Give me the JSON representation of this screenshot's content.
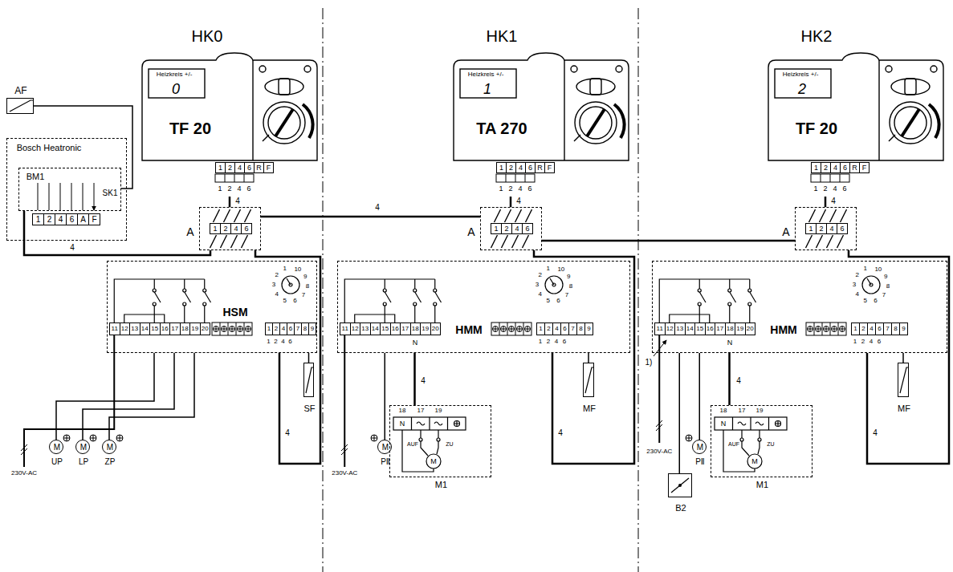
{
  "diagram": {
    "nodes": [
      {
        "text": [
          "Bosch Heatronic"
        ]
      },
      {
        "text": [
          "BM1"
        ],
        "in": 0
      },
      {
        "text": [
          "AF"
        ]
      },
      {
        "text": [
          "Heizkreis +/-",
          "0",
          "TF 20"
        ]
      },
      {
        "text": [
          "A"
        ]
      },
      {
        "text": [
          "HSM"
        ]
      },
      {
        "text": [
          "M",
          "UP"
        ]
      },
      {
        "text": [
          "M",
          "LP"
        ]
      },
      {
        "text": [
          "M",
          "ZP"
        ]
      },
      {
        "text": [
          "SF"
        ]
      },
      {
        "text": [
          "Heizkreis +/-",
          "1",
          "TA 270"
        ]
      },
      {
        "text": [
          "A"
        ]
      },
      {
        "text": [
          "HMM"
        ]
      },
      {
        "text": [
          "M",
          "PⅡ"
        ]
      },
      {
        "text": [
          "M1"
        ]
      },
      {
        "text": [
          "MF"
        ]
      },
      {
        "text": [
          "Heizkreis +/-",
          "2",
          "TF 20"
        ]
      },
      {
        "text": [
          "A"
        ]
      },
      {
        "text": [
          "HMM"
        ]
      },
      {
        "text": [
          "M",
          "PⅡ"
        ]
      },
      {
        "text": [
          "M1"
        ]
      },
      {
        "text": [
          "MF"
        ]
      },
      {
        "text": [
          "B2"
        ]
      }
    ],
    "edges": [
      {
        "from": 2,
        "to": 1,
        "arrow": "none"
      },
      {
        "from": 3,
        "to": 4,
        "arrow": "none"
      },
      {
        "from": 1,
        "to": 4,
        "arrow": "none"
      },
      {
        "from": 4,
        "to": 5,
        "arrow": "none"
      },
      {
        "from": 5,
        "to": 6,
        "arrow": "none"
      },
      {
        "from": 5,
        "to": 7,
        "arrow": "none"
      },
      {
        "from": 5,
        "to": 8,
        "arrow": "none"
      },
      {
        "from": 5,
        "to": 9,
        "arrow": "none"
      },
      {
        "from": 4,
        "to": 11,
        "arrow": "none"
      },
      {
        "from": 10,
        "to": 11,
        "arrow": "none"
      },
      {
        "from": 11,
        "to": 12,
        "arrow": "none"
      },
      {
        "from": 12,
        "to": 13,
        "arrow": "none"
      },
      {
        "from": 12,
        "to": 14,
        "arrow": "none"
      },
      {
        "from": 12,
        "to": 15,
        "arrow": "none"
      },
      {
        "from": 11,
        "to": 17,
        "arrow": "none"
      },
      {
        "from": 16,
        "to": 17,
        "arrow": "none"
      },
      {
        "from": 17,
        "to": 18,
        "arrow": "none"
      },
      {
        "from": 18,
        "to": 19,
        "arrow": "none"
      },
      {
        "from": 18,
        "to": 20,
        "arrow": "none"
      },
      {
        "from": 18,
        "to": 21,
        "arrow": "none"
      },
      {
        "from": 18,
        "to": 22,
        "arrow": "none"
      }
    ],
    "labels": [
      "HK0",
      "HK1",
      "HK2",
      "1",
      "2",
      "4",
      "6",
      "A",
      "F",
      "SK1",
      "4",
      "1",
      "2",
      "4",
      "6",
      "R",
      "F",
      "1",
      "2",
      "4",
      "6",
      "4",
      "1",
      "2",
      "4",
      "6",
      "4",
      "11",
      "12",
      "13",
      "14",
      "15",
      "16",
      "17",
      "18",
      "19",
      "20",
      "1",
      "2",
      "4",
      "6",
      "7",
      "8",
      "9",
      "1",
      "2",
      "4",
      "6",
      "1",
      "2",
      "3",
      "4",
      "5",
      "6",
      "7",
      "8",
      "9",
      "10",
      "230V-AC",
      "4",
      "1",
      "2",
      "4",
      "6",
      "R",
      "F",
      "1",
      "2",
      "4",
      "6",
      "4",
      "1",
      "2",
      "4",
      "6",
      "11",
      "12",
      "13",
      "14",
      "15",
      "16",
      "17",
      "18",
      "19",
      "20",
      "1",
      "2",
      "4",
      "6",
      "7",
      "8",
      "9",
      "1",
      "2",
      "4",
      "6",
      "1",
      "2",
      "3",
      "4",
      "5",
      "6",
      "7",
      "8",
      "9",
      "10",
      "N",
      "230V-AC",
      "4",
      "18",
      "17",
      "19",
      "N",
      "M",
      "AUF",
      "ZU",
      "4",
      "1",
      "2",
      "4",
      "6",
      "R",
      "F",
      "1",
      "2",
      "4",
      "6",
      "4",
      "1",
      "2",
      "4",
      "6",
      "11",
      "12",
      "13",
      "14",
      "15",
      "16",
      "17",
      "18",
      "19",
      "20",
      "1",
      "2",
      "4",
      "6",
      "7",
      "8",
      "9",
      "1",
      "2",
      "4",
      "6",
      "1",
      "2",
      "3",
      "4",
      "5",
      "6",
      "7",
      "8",
      "9",
      "10",
      "N",
      "230V-AC",
      "1)",
      "4",
      "18",
      "17",
      "19",
      "N",
      "M",
      "AUF",
      "ZU",
      "4"
    ]
  }
}
